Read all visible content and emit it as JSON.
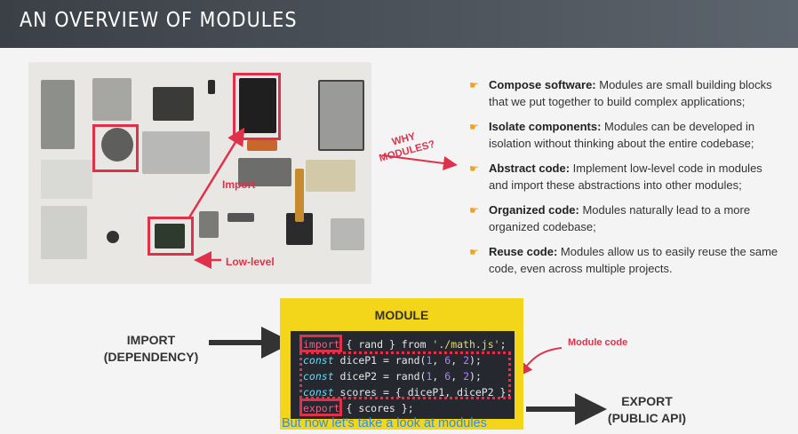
{
  "header": {
    "title": "AN OVERVIEW OF MODULES"
  },
  "photo": {
    "import_label": "Import",
    "lowlevel_label": "Low-level"
  },
  "why_label": [
    "WHY",
    "MODULES?"
  ],
  "bullets": [
    {
      "bold": "Compose software:",
      "text": " Modules are small building blocks that we put together to build complex applications;"
    },
    {
      "bold": "Isolate components:",
      "text": " Modules can be developed in isolation without thinking about the entire codebase;"
    },
    {
      "bold": "Abstract code:",
      "text": " Implement low-level code in modules and import these abstractions into other modules;"
    },
    {
      "bold": "Organized code:",
      "text": " Modules naturally lead to a more organized codebase;"
    },
    {
      "bold": "Reuse code:",
      "text": " Modules allow us to easily reuse the same code, even across multiple projects."
    }
  ],
  "module": {
    "title": "MODULE",
    "code": {
      "l1_kw": "import",
      "l1_rest": "{ rand } from ",
      "l1_str": "'./math.js'",
      "l1_end": ";",
      "l2_kw": "const",
      "l2_name": " diceP1 = rand(",
      "l2_a": "1",
      "l2_b": "6",
      "l2_c": "2",
      "l2_end": ");",
      "l3_kw": "const",
      "l3_name": " diceP2 = rand(",
      "l3_a": "1",
      "l3_b": "6",
      "l3_c": "2",
      "l3_end": ");",
      "l4_kw": "const",
      "l4_rest": " scores = { diceP1, diceP2 };",
      "l5_kw": "export",
      "l5_rest": " { scores };"
    }
  },
  "import_label": [
    "IMPORT",
    "(DEPENDENCY)"
  ],
  "export_label": [
    "EXPORT",
    "(PUBLIC API)"
  ],
  "module_code_label": "Module code",
  "caption": "But now let's take a look at modules",
  "colors": {
    "accent_red": "#e0314b",
    "module_yellow": "#f3d51a",
    "bullet_icon": "#f2a21d",
    "caption_blue": "#2f8fe6"
  },
  "icons": {
    "bullet": "pointing-hand-icon"
  }
}
